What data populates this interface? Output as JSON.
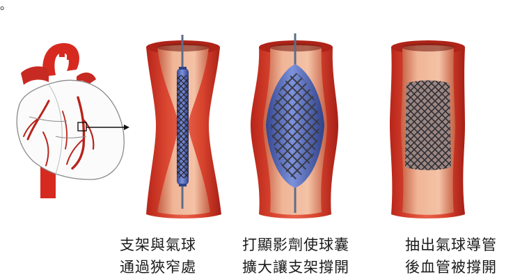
{
  "corner_mark": "。",
  "captions": [
    {
      "line1": "支架與氣球",
      "line2": "通過狹窄處"
    },
    {
      "line1": "打顯影劑使球囊",
      "line2": "擴大讓支架撐開"
    },
    {
      "line1": "抽出氣球導管",
      "line2": "後血管被撐開"
    }
  ],
  "colors": {
    "artery_outer": "#c9301f",
    "artery_inner": "#e9a487",
    "balloon": "#5a72c8",
    "stent_mesh": "#3c3c46",
    "heart_red": "#d62a21",
    "heart_outline": "#8a8a8a"
  }
}
